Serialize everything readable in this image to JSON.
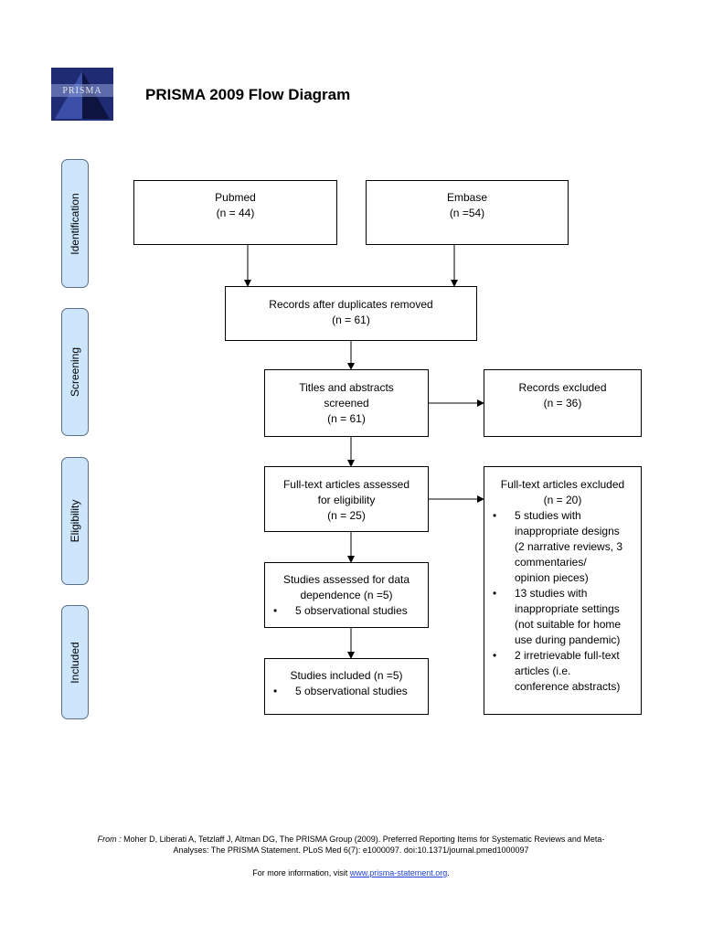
{
  "logo": {
    "text": "PRISMA"
  },
  "title": "PRISMA 2009 Flow Diagram",
  "phases": {
    "identification": "Identification",
    "screening": "Screening",
    "eligibility": "Eligibility",
    "included": "Included"
  },
  "boxes": {
    "pubmed": {
      "label": "Pubmed",
      "count": "(n = 44)"
    },
    "embase": {
      "label": "Embase",
      "count": "(n =54)"
    },
    "duplicates": {
      "label": "Records after duplicates removed",
      "count": "(n = 61)"
    },
    "screened": {
      "line1": "Titles and abstracts",
      "line2": "screened",
      "count": "(n = 61)"
    },
    "excluded": {
      "label": "Records excluded",
      "count": "(n = 36)"
    },
    "fulltext": {
      "line1": "Full-text articles assessed",
      "line2": "for eligibility",
      "count": "(n = 25)"
    },
    "fulltext_excluded": {
      "label": "Full-text articles excluded",
      "count": "(n = 20)",
      "items": [
        {
          "lines": [
            "5 studies with",
            "inappropriate designs",
            "(2 narrative reviews, 3",
            "commentaries/",
            "opinion pieces)"
          ]
        },
        {
          "lines": [
            "13 studies with",
            "inappropriate settings",
            "(not suitable for home",
            "use during pandemic)"
          ]
        },
        {
          "lines": [
            "2 irretrievable full-text",
            "articles (i.e.",
            "conference abstracts)"
          ]
        }
      ]
    },
    "dependence": {
      "line1": "Studies assessed for data",
      "line2": "dependence (n =5)",
      "item": "5 observational studies"
    },
    "included": {
      "label": "Studies included (n =5)",
      "item": "5 observational studies"
    }
  },
  "footer": {
    "from": "From :",
    "citation1": "Moher D, Liberati A, Tetzlaff J, Altman DG, The PRISMA Group (2009). Preferred Reporting Items for Systematic Reviews and Meta-",
    "citation2": "Analyses: The PRISMA Statement. PLoS Med 6(7): e1000097. doi:10.1371/journal.pmed1000097",
    "more_prefix": "For more information, visit ",
    "more_link": "www.prisma-statement.org",
    "more_suffix": "."
  },
  "colors": {
    "phase_fill": "#cde6fb",
    "link": "#1e3fd8",
    "logo_bg": "#2a3a8c"
  }
}
